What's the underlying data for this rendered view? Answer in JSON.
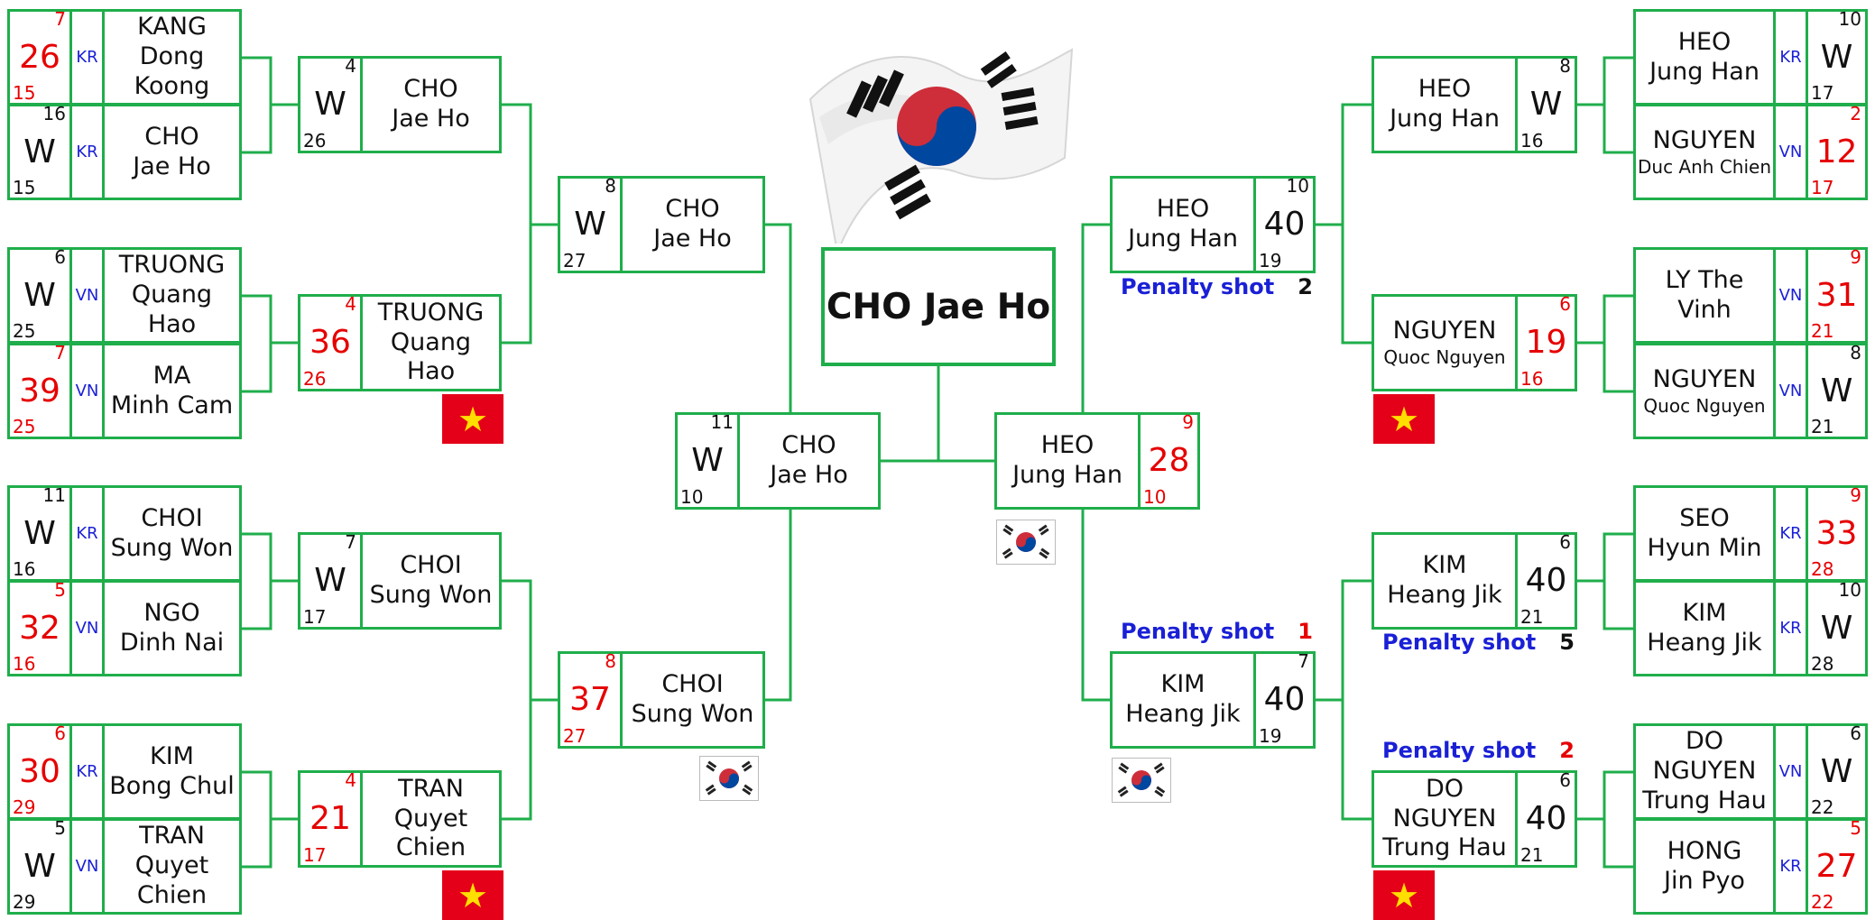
{
  "champion": "CHO Jae Ho",
  "colors": {
    "line": "#1fae4b",
    "win": "#e60000",
    "label": "#1a20d6"
  },
  "left": {
    "r1": [
      {
        "country": "KR",
        "top": {
          "main": "26",
          "rank": "7",
          "sub": "15",
          "red": true
        },
        "name": [
          "KANG",
          "Dong Koong"
        ]
      },
      {
        "country": "KR",
        "top": {
          "main": "W",
          "rank": "16",
          "sub": "15",
          "red": false
        },
        "name": [
          "CHO",
          "Jae Ho"
        ]
      },
      {
        "country": "VN",
        "top": {
          "main": "W",
          "rank": "6",
          "sub": "25",
          "red": false
        },
        "name": [
          "TRUONG",
          "Quang Hao"
        ]
      },
      {
        "country": "VN",
        "top": {
          "main": "39",
          "rank": "7",
          "sub": "25",
          "red": true
        },
        "name": [
          "MA",
          "Minh Cam"
        ]
      },
      {
        "country": "KR",
        "top": {
          "main": "W",
          "rank": "11",
          "sub": "16",
          "red": false
        },
        "name": [
          "CHOI",
          "Sung Won"
        ]
      },
      {
        "country": "VN",
        "top": {
          "main": "32",
          "rank": "5",
          "sub": "16",
          "red": true
        },
        "name": [
          "NGO",
          "Dinh Nai"
        ]
      },
      {
        "country": "KR",
        "top": {
          "main": "30",
          "rank": "6",
          "sub": "29",
          "red": true
        },
        "name": [
          "KIM",
          "Bong Chul"
        ]
      },
      {
        "country": "VN",
        "top": {
          "main": "W",
          "rank": "5",
          "sub": "29",
          "red": false
        },
        "name": [
          "TRAN",
          "Quyet Chien"
        ]
      }
    ],
    "r2": [
      {
        "top": {
          "main": "W",
          "rank": "4",
          "sub": "26",
          "red": false
        },
        "name": [
          "CHO",
          "Jae Ho"
        ]
      },
      {
        "top": {
          "main": "36",
          "rank": "4",
          "sub": "26",
          "red": true
        },
        "name": [
          "TRUONG",
          "Quang Hao"
        ]
      },
      {
        "top": {
          "main": "W",
          "rank": "7",
          "sub": "17",
          "red": false
        },
        "name": [
          "CHOI",
          "Sung Won"
        ]
      },
      {
        "top": {
          "main": "21",
          "rank": "4",
          "sub": "17",
          "red": true
        },
        "name": [
          "TRAN",
          "Quyet Chien"
        ]
      }
    ],
    "r3": [
      {
        "top": {
          "main": "W",
          "rank": "8",
          "sub": "27",
          "red": false
        },
        "name": [
          "CHO",
          "Jae Ho"
        ]
      },
      {
        "top": {
          "main": "37",
          "rank": "8",
          "sub": "27",
          "red": true
        },
        "name": [
          "CHOI",
          "Sung Won"
        ]
      }
    ],
    "final": {
      "top": {
        "main": "W",
        "rank": "11",
        "sub": "10",
        "red": false
      },
      "name": [
        "CHO",
        "Jae Ho"
      ]
    }
  },
  "right": {
    "r1": [
      {
        "country": "KR",
        "top": {
          "main": "W",
          "rank": "10",
          "sub": "17",
          "red": false
        },
        "name": [
          "HEO",
          "Jung Han"
        ]
      },
      {
        "country": "VN",
        "top": {
          "main": "12",
          "rank": "2",
          "sub": "17",
          "red": true
        },
        "name": [
          "NGUYEN",
          "Duc Anh Chien"
        ]
      },
      {
        "country": "VN",
        "top": {
          "main": "31",
          "rank": "9",
          "sub": "21",
          "red": true
        },
        "name": [
          "LY The Vinh",
          ""
        ]
      },
      {
        "country": "VN",
        "top": {
          "main": "W",
          "rank": "8",
          "sub": "21",
          "red": false
        },
        "name": [
          "NGUYEN",
          "Quoc Nguyen"
        ]
      },
      {
        "country": "KR",
        "top": {
          "main": "33",
          "rank": "9",
          "sub": "28",
          "red": true
        },
        "name": [
          "SEO",
          "Hyun Min"
        ]
      },
      {
        "country": "KR",
        "top": {
          "main": "W",
          "rank": "10",
          "sub": "28",
          "red": false
        },
        "name": [
          "KIM",
          "Heang Jik"
        ]
      },
      {
        "country": "VN",
        "top": {
          "main": "W",
          "rank": "6",
          "sub": "22",
          "red": false
        },
        "name": [
          "DO NGUYEN",
          "Trung Hau"
        ]
      },
      {
        "country": "KR",
        "top": {
          "main": "27",
          "rank": "5",
          "sub": "22",
          "red": true
        },
        "name": [
          "HONG",
          "Jin Pyo"
        ]
      }
    ],
    "r2": [
      {
        "top": {
          "main": "W",
          "rank": "8",
          "sub": "16",
          "red": false
        },
        "name": [
          "HEO",
          "Jung Han"
        ]
      },
      {
        "top": {
          "main": "19",
          "rank": "6",
          "sub": "16",
          "red": true
        },
        "name": [
          "NGUYEN",
          "Quoc Nguyen"
        ]
      },
      {
        "top": {
          "main": "40",
          "rank": "6",
          "sub": "21",
          "red": false
        },
        "name": [
          "KIM",
          "Heang Jik"
        ]
      },
      {
        "top": {
          "main": "40",
          "rank": "6",
          "sub": "21",
          "red": false
        },
        "name": [
          "DO NGUYEN",
          "Trung Hau"
        ]
      }
    ],
    "r3": [
      {
        "top": {
          "main": "40",
          "rank": "10",
          "sub": "19",
          "red": false
        },
        "name": [
          "HEO",
          "Jung Han"
        ]
      },
      {
        "top": {
          "main": "40",
          "rank": "7",
          "sub": "19",
          "red": false
        },
        "name": [
          "KIM",
          "Heang Jik"
        ]
      }
    ],
    "final": {
      "top": {
        "main": "28",
        "rank": "9",
        "sub": "10",
        "red": true
      },
      "name": [
        "HEO",
        "Jung Han"
      ]
    }
  },
  "penalties": [
    {
      "id": "r3-top",
      "label": "Penalty shot",
      "value": "2",
      "red": false
    },
    {
      "id": "r3-bottom",
      "label": "Penalty shot",
      "value": "1",
      "red": true
    },
    {
      "id": "r2-kim",
      "label": "Penalty shot",
      "value": "5",
      "red": false
    },
    {
      "id": "r2-do",
      "label": "Penalty shot",
      "value": "2",
      "red": true
    }
  ]
}
